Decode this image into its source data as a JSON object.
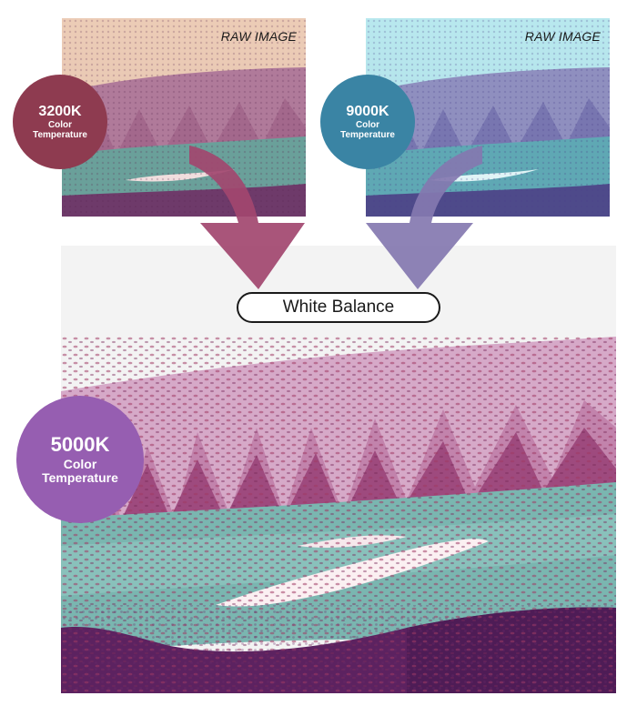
{
  "panels": {
    "warm": {
      "label": "RAW IMAGE",
      "temperature": "3200K",
      "line1": "Color",
      "line2": "Temperature",
      "color": "#8e3b50"
    },
    "cool": {
      "label": "RAW IMAGE",
      "temperature": "9000K",
      "line1": "Color",
      "line2": "Temperature",
      "color": "#3a84a4"
    },
    "main": {
      "temperature": "5000K",
      "line1": "Color",
      "line2": "Temperature",
      "color": "#965eb1"
    }
  },
  "process": {
    "label": "White Balance"
  },
  "arrow_colors": {
    "warm": "#a2476f",
    "cool": "#8478b0"
  }
}
